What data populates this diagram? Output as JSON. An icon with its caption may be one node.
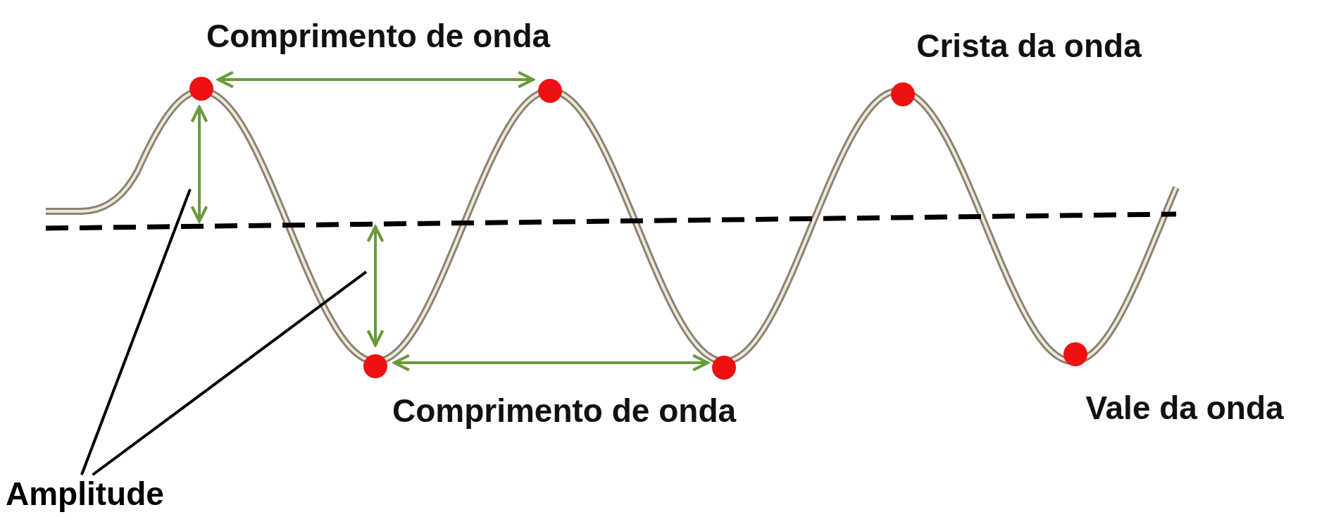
{
  "diagram": {
    "nodes": [
      {
        "text": [
          "Amplitude"
        ]
      },
      {
        "text": [],
        "shape": "arrow"
      },
      {
        "text": [],
        "shape": "arrow"
      }
    ],
    "edges": [
      {
        "from": 0,
        "to": 1,
        "arrow": "none"
      },
      {
        "from": 0,
        "to": 2,
        "arrow": "none"
      }
    ],
    "labels": [
      "Comprimento de onda",
      "Crista da onda",
      "Comprimento de onda",
      "Vale da onda"
    ]
  }
}
